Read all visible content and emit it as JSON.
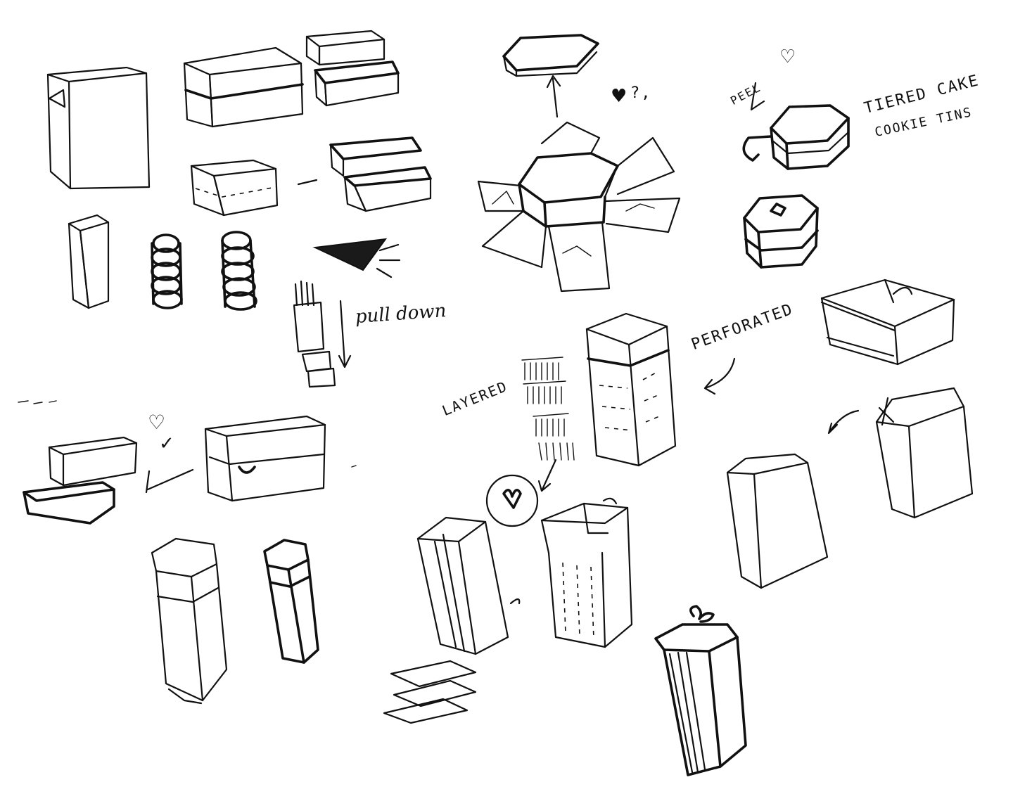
{
  "colors": {
    "ink": "#111111",
    "paper": "#ffffff"
  },
  "annotations": {
    "pull_down": "pull down",
    "layered": "LAYERED",
    "perforated": "PERFORATED",
    "peel": "PEEL",
    "tiered_cake_line1": "TIERED CAKE",
    "tiered_cake_line2": "COOKIE TINS",
    "question": "?,"
  },
  "icons": [
    "heart-icon",
    "check-mark-icon",
    "arrow-icon"
  ]
}
